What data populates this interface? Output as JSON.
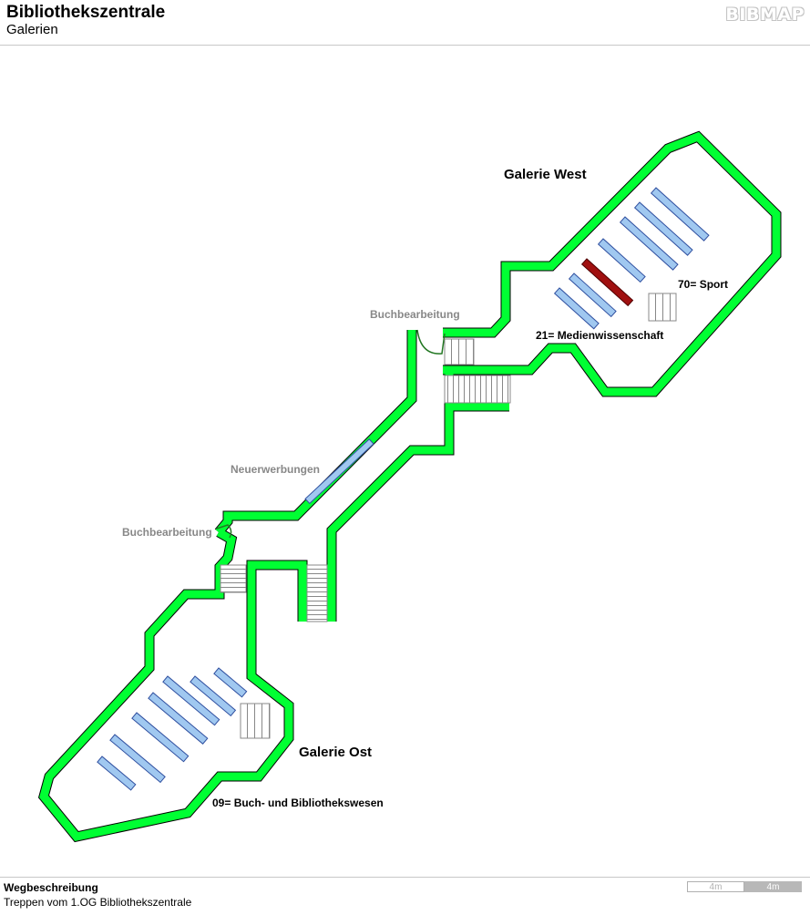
{
  "header": {
    "title": "Bibliothekszentrale",
    "subtitle": "Galerien",
    "logo": "BIBMAP"
  },
  "map": {
    "wall_color": "#00ff33",
    "shelf_color": "#a0c8f0",
    "highlight_shelf_color": "#a01010",
    "labels": {
      "galerie_west": "Galerie West",
      "galerie_ost": "Galerie Ost",
      "sport": "70= Sport",
      "medienwissenschaft": "21= Medienwissenschaft",
      "buch_bibliothekswesen": "09= Buch- und Bibliothekswesen",
      "buchbearbeitung_top": "Buchbearbeitung",
      "buchbearbeitung_bottom": "Buchbearbeitung",
      "neuerwerbungen": "Neuerwerbungen"
    }
  },
  "footer": {
    "title": "Wegbeschreibung",
    "text": "Treppen vom 1.OG Bibliothekszentrale",
    "scale_left": "4m",
    "scale_right": "4m"
  }
}
